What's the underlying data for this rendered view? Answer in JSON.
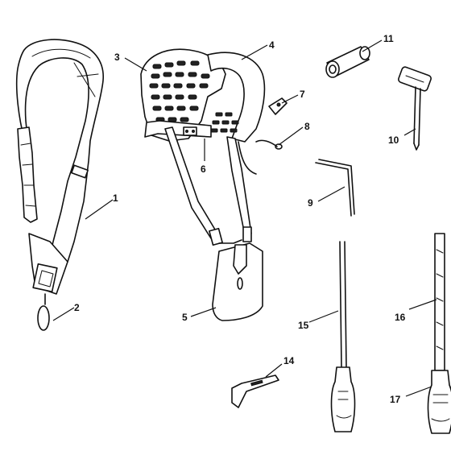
{
  "callouts": [
    {
      "id": "1",
      "label": "1"
    },
    {
      "id": "2",
      "label": "2"
    },
    {
      "id": "3",
      "label": "3"
    },
    {
      "id": "4",
      "label": "4"
    },
    {
      "id": "5",
      "label": "5"
    },
    {
      "id": "6",
      "label": "6"
    },
    {
      "id": "7",
      "label": "7"
    },
    {
      "id": "8",
      "label": "8"
    },
    {
      "id": "9",
      "label": "9"
    },
    {
      "id": "10",
      "label": "10"
    },
    {
      "id": "11",
      "label": "11"
    },
    {
      "id": "14",
      "label": "14"
    },
    {
      "id": "15",
      "label": "15"
    },
    {
      "id": "16",
      "label": "16"
    },
    {
      "id": "17",
      "label": "17"
    }
  ]
}
